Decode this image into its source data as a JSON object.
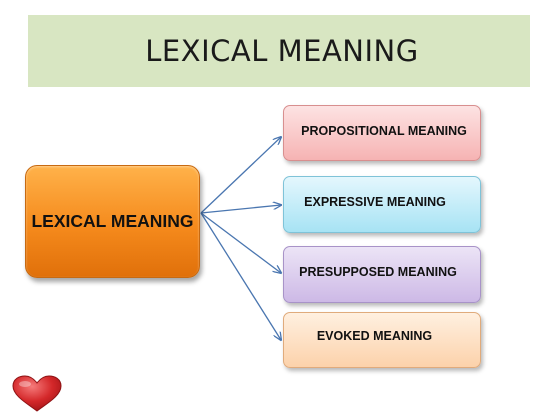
{
  "title": "LEXICAL MEANING",
  "diagram": {
    "main_node": {
      "label": "LEXICAL MEANING",
      "color": "#f58a1c"
    },
    "children": [
      {
        "label": "PROPOSITIONAL MEANING",
        "color": "#f6b3b3"
      },
      {
        "label": "EXPRESSIVE MEANING",
        "color": "#a7e3f4"
      },
      {
        "label": "PRESUPPOSED MEANING",
        "color": "#cdb9e6"
      },
      {
        "label": "EVOKED MEANING",
        "color": "#fcd2ab"
      }
    ],
    "connector_color": "#4a76b0",
    "decoration_icon": "heart-icon"
  }
}
